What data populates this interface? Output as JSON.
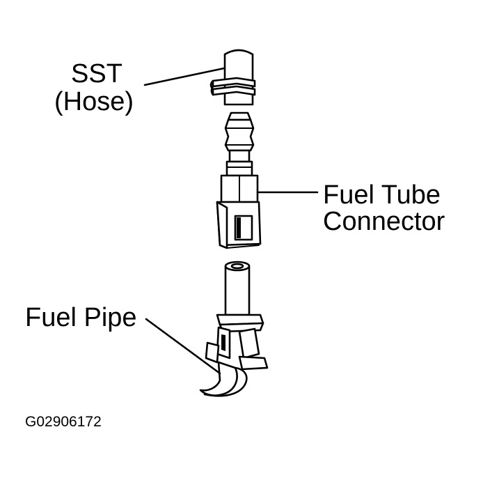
{
  "labels": {
    "sst_line1": "SST",
    "sst_line2": "(Hose)",
    "connector_line1": "Fuel Tube",
    "connector_line2": "Connector",
    "fuel_pipe": "Fuel Pipe"
  },
  "figure_code": "G02906172"
}
